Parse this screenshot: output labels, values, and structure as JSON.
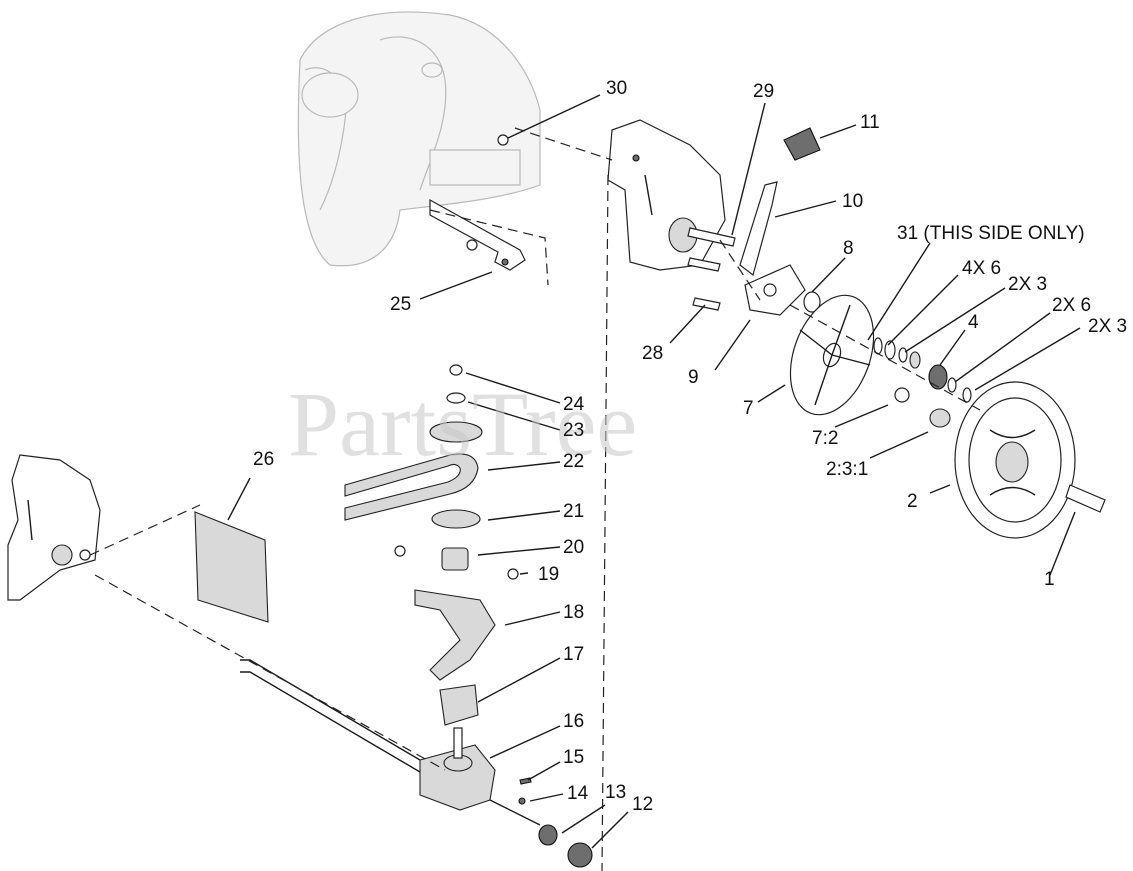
{
  "watermark": "PartsTree",
  "callouts": {
    "c1": "1",
    "c2": "2",
    "c4": "4",
    "c7": "7",
    "c8": "8",
    "c9": "9",
    "c10": "10",
    "c11": "11",
    "c12": "12",
    "c13": "13",
    "c14": "14",
    "c15": "15",
    "c16": "16",
    "c17": "17",
    "c18": "18",
    "c19": "19",
    "c20": "20",
    "c21": "21",
    "c22": "22",
    "c23": "23",
    "c24": "24",
    "c25": "25",
    "c26": "26",
    "c28": "28",
    "c29": "29",
    "c30": "30",
    "c31": "31 (THIS SIDE ONLY)",
    "qty_4x6": "4X 6",
    "qty_2x3_a": "2X 3",
    "qty_2x6": "2X 6",
    "qty_2x3_b": "2X 3",
    "ratio_72": "7:2",
    "ratio_231": "2:3:1"
  }
}
